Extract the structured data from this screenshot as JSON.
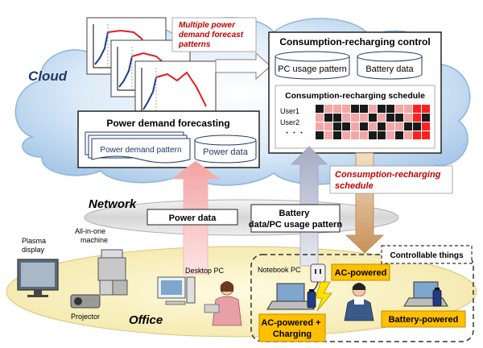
{
  "cloud_label": "Cloud",
  "network_label": "Network",
  "office_label": "Office",
  "forecast_patterns_note": "Multiple power demand forecast patterns",
  "forecasting": {
    "title": "Power demand forecasting",
    "pattern_label": "Power demand pattern",
    "data_label": "Power data"
  },
  "control": {
    "title": "Consumption-recharging control",
    "pc_usage_label": "PC usage pattern",
    "battery_label": "Battery data",
    "schedule_title": "Consumption-recharging schedule",
    "users": [
      "User1",
      "User2",
      "・・・"
    ]
  },
  "schedule_callout": "Consumption-recharging schedule",
  "arrows": {
    "power_data": "Power data",
    "battery_pc": "Battery data/PC usage pattern"
  },
  "office": {
    "plasma_display": "Plasma display",
    "all_in_one": "All-in-one machine",
    "projector": "Projector",
    "desktop_pc": "Desktop PC",
    "notebook_pc": "Notebook PC",
    "controllable": "Controllable things",
    "ac_powered": "AC-powered",
    "ac_charging": "AC-powered + Charging",
    "battery_powered": "Battery-powered"
  },
  "colors": {
    "note_red": "#c00000",
    "badge_yellow": "#ffc000",
    "cloud_blue": "#c5dcf2",
    "office_yellow": "#fdf6c6"
  }
}
